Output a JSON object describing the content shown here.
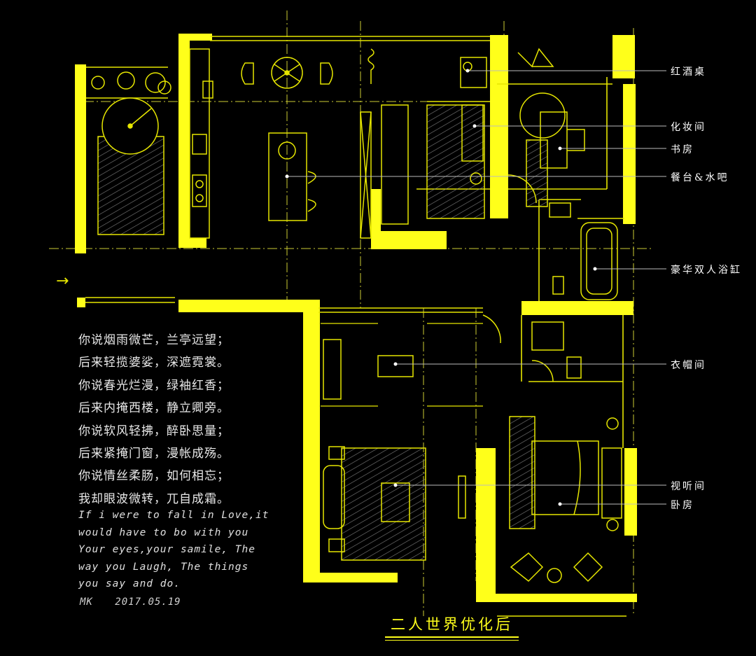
{
  "labels": [
    {
      "name": "wine-table",
      "text": "红酒桌"
    },
    {
      "name": "dressing-room",
      "text": "化妆间"
    },
    {
      "name": "study",
      "text": "书房"
    },
    {
      "name": "dining-bar",
      "text": "餐台&水吧"
    },
    {
      "name": "luxury-bathtub",
      "text": "豪华双人浴缸"
    },
    {
      "name": "cloakroom",
      "text": "衣帽间"
    },
    {
      "name": "av-room",
      "text": "视听间"
    },
    {
      "name": "bedroom",
      "text": "卧房"
    }
  ],
  "poem": [
    "你说烟雨微芒，兰亭远望；",
    "后来轻揽婆娑，深遮霓裳。",
    "你说春光烂漫，绿袖红香；",
    "后来内掩西楼，静立卿旁。",
    "你说软风轻拂，醉卧思量；",
    "后来紧掩门窗，漫帐成殇。",
    "你说情丝柔肠，如何相忘；",
    "我却眼波微转，兀自成霜。"
  ],
  "english": [
    "If i were to fall in Love,it",
    "would have to bo with you",
    "Your eyes,your samile, The",
    "way you Laugh, The things",
    "you say and do."
  ],
  "signature": {
    "author": "MK",
    "date": "2017.05.19"
  },
  "title": "二人世界优化后",
  "arrow": "→",
  "colors": {
    "background": "#000000",
    "wall": "#ffff1a",
    "line": "#e6e600",
    "text": "#ffffff"
  }
}
